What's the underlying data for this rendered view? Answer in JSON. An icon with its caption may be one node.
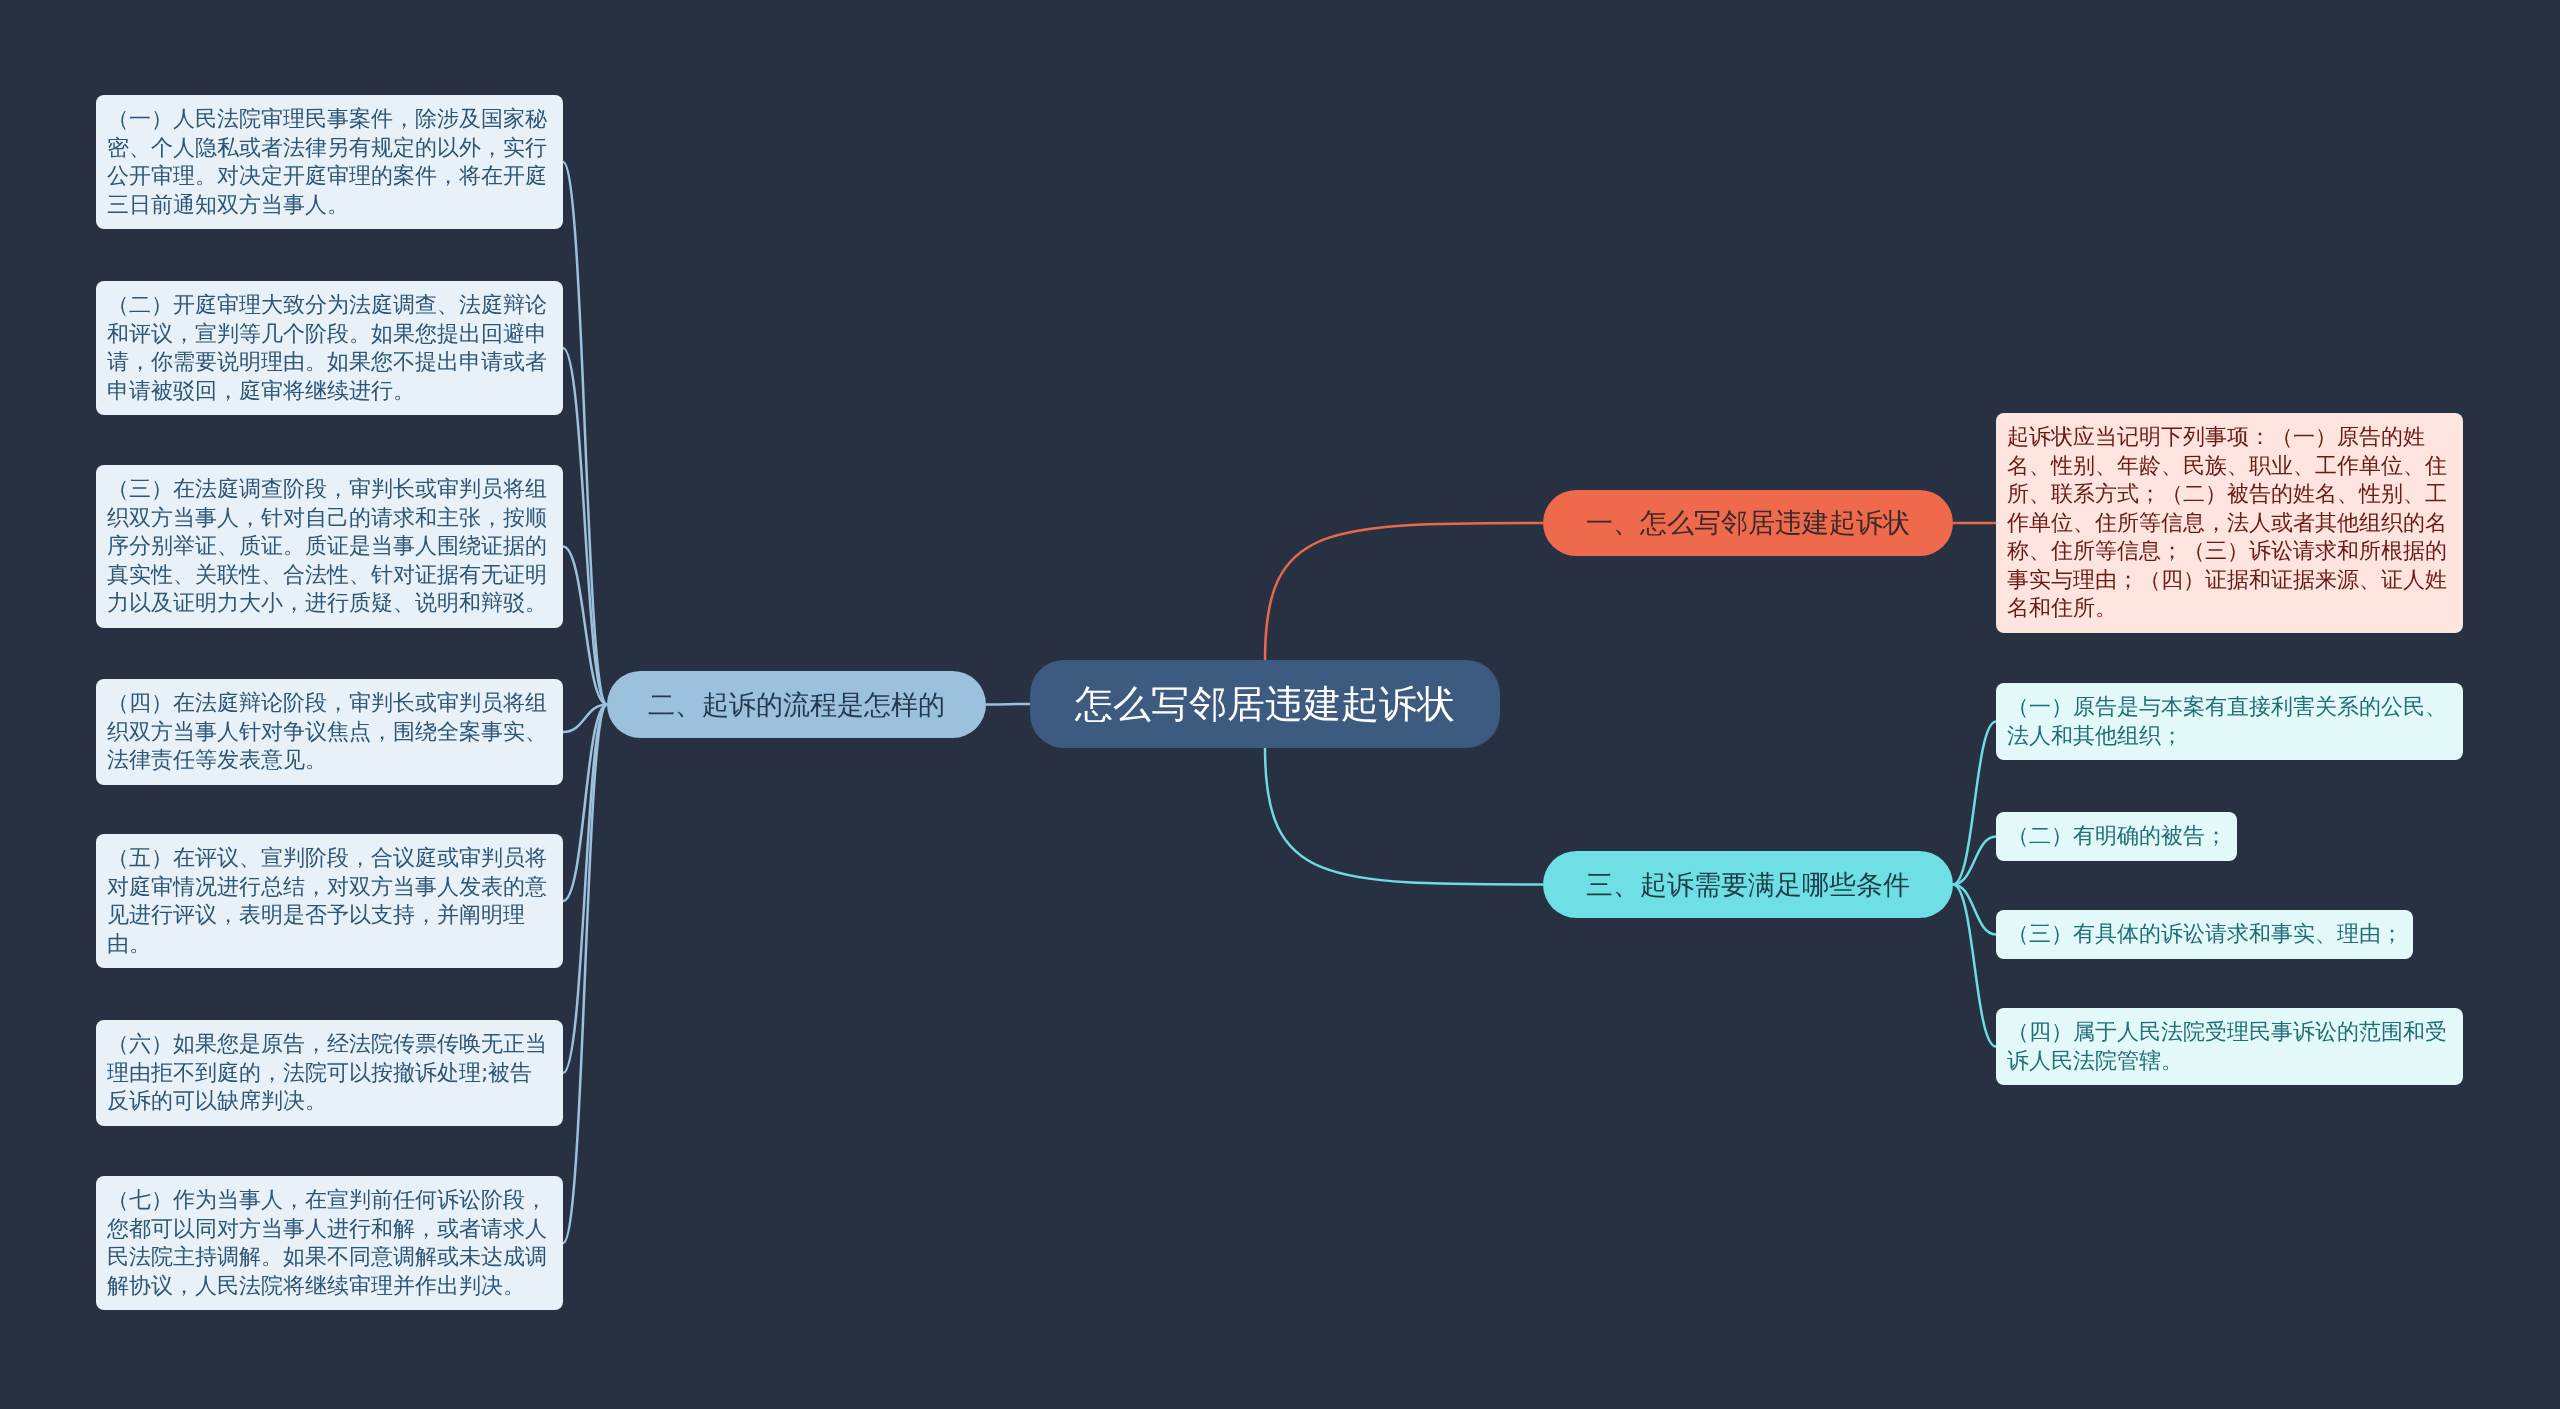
{
  "diagram": {
    "nodes": [
      {
        "text": [
          "怎么写邻居违建起诉状"
        ]
      },
      {
        "text": [
          "一、怎么写邻居违建起诉状"
        ]
      },
      {
        "text": [
          "起诉状应当记明下列事项：（一）原告的姓名、性别、年龄、民族、职业、工作单位、住所、联系方式；（二）被告的姓名、性别、工作单位、住所等信息，法人或者其他组织的名称、住所等信息；（三）诉讼请求和所根据的事实与理由；（四）证据和证据来源、证人姓名和住所。"
        ]
      },
      {
        "text": [
          "二、起诉的流程是怎样的"
        ]
      },
      {
        "text": [
          "（一）人民法院审理民事案件，除涉及国家秘密、个人隐私或者法律另有规定的以外，实行公开审理。对决定开庭审理的案件，将在开庭三日前通知双方当事人。"
        ]
      },
      {
        "text": [
          "（二）开庭审理大致分为法庭调查、法庭辩论和评议，宣判等几个阶段。如果您提出回避申请，你需要说明理由。如果您不提出申请或者申请被驳回，庭审将继续进行。"
        ]
      },
      {
        "text": [
          "（三）在法庭调查阶段，审判长或审判员将组织双方当事人，针对自己的请求和主张，按顺序分别举证、质证。质证是当事人围绕证据的真实性、关联性、合法性、针对证据有无证明力以及证明力大小，进行质疑、说明和辩驳。"
        ]
      },
      {
        "text": [
          "（四）在法庭辩论阶段，审判长或审判员将组织双方当事人针对争议焦点，围绕全案事实、法律责任等发表意见。"
        ]
      },
      {
        "text": [
          "（五）在评议、宣判阶段，合议庭或审判员将对庭审情况进行总结，对双方当事人发表的意见进行评议，表明是否予以支持，并阐明理由。"
        ]
      },
      {
        "text": [
          "（六）如果您是原告，经法院传票传唤无正当理由拒不到庭的，法院可以按撤诉处理;被告反诉的可以缺席判决。"
        ]
      },
      {
        "text": [
          "（七）作为当事人，在宣判前任何诉讼阶段，您都可以同对方当事人进行和解，或者请求人民法院主持调解。如果不同意调解或未达成调解协议，人民法院将继续审理并作出判决。"
        ]
      },
      {
        "text": [
          "三、起诉需要满足哪些条件"
        ]
      },
      {
        "text": [
          "（一）原告是与本案有直接利害关系的公民、法人和其他组织；"
        ]
      },
      {
        "text": [
          "（二）有明确的被告；"
        ]
      },
      {
        "text": [
          "（三）有具体的诉讼请求和事实、理由；"
        ]
      },
      {
        "text": [
          "（四）属于人民法院受理民事诉讼的范围和受诉人民法院管辖。"
        ]
      }
    ],
    "edges": [
      {
        "from": 0,
        "to": 1,
        "arrow": "none",
        "color": "#e8694a"
      },
      {
        "from": 1,
        "to": 2,
        "arrow": "none",
        "color": "#e8694a"
      },
      {
        "from": 0,
        "to": 3,
        "arrow": "none"
      },
      {
        "from": 3,
        "to": 4,
        "arrow": "none"
      },
      {
        "from": 3,
        "to": 5,
        "arrow": "none"
      },
      {
        "from": 3,
        "to": 6,
        "arrow": "none"
      },
      {
        "from": 3,
        "to": 7,
        "arrow": "none"
      },
      {
        "from": 3,
        "to": 8,
        "arrow": "none"
      },
      {
        "from": 3,
        "to": 9,
        "arrow": "none"
      },
      {
        "from": 3,
        "to": 10,
        "arrow": "none"
      },
      {
        "from": 0,
        "to": 11,
        "arrow": "none",
        "color": "#6ddbe2"
      },
      {
        "from": 11,
        "to": 12,
        "arrow": "none",
        "color": "#6ddbe2"
      },
      {
        "from": 11,
        "to": 13,
        "arrow": "none",
        "color": "#6ddbe2"
      },
      {
        "from": 11,
        "to": 14,
        "arrow": "none",
        "color": "#6ddbe2"
      },
      {
        "from": 11,
        "to": 15,
        "arrow": "none",
        "color": "#6ddbe2"
      }
    ]
  }
}
